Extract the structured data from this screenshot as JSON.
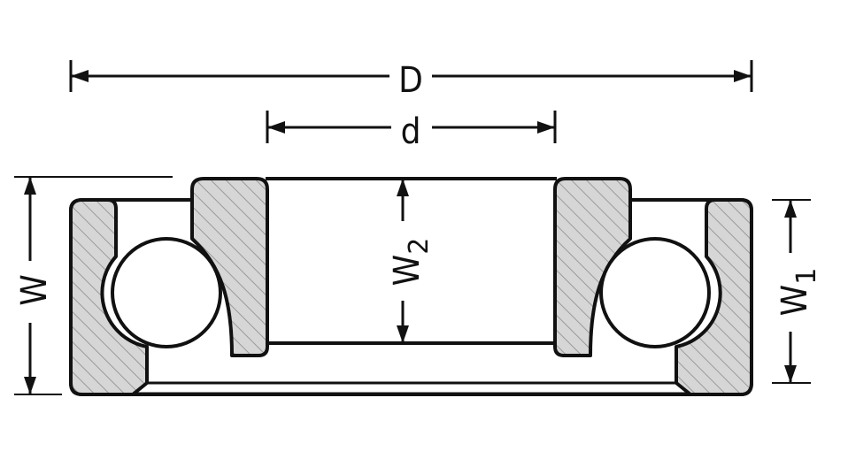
{
  "labels": {
    "outer_diameter": "D",
    "bore_diameter": "d",
    "width": "W",
    "width_1": "W",
    "width_1_sub": "1",
    "width_2": "W",
    "width_2_sub": "2"
  },
  "colors": {
    "outline": "#111111",
    "section_fill": "#d6d6d6",
    "hatch": "#9a9a9a",
    "background": "#ffffff"
  }
}
